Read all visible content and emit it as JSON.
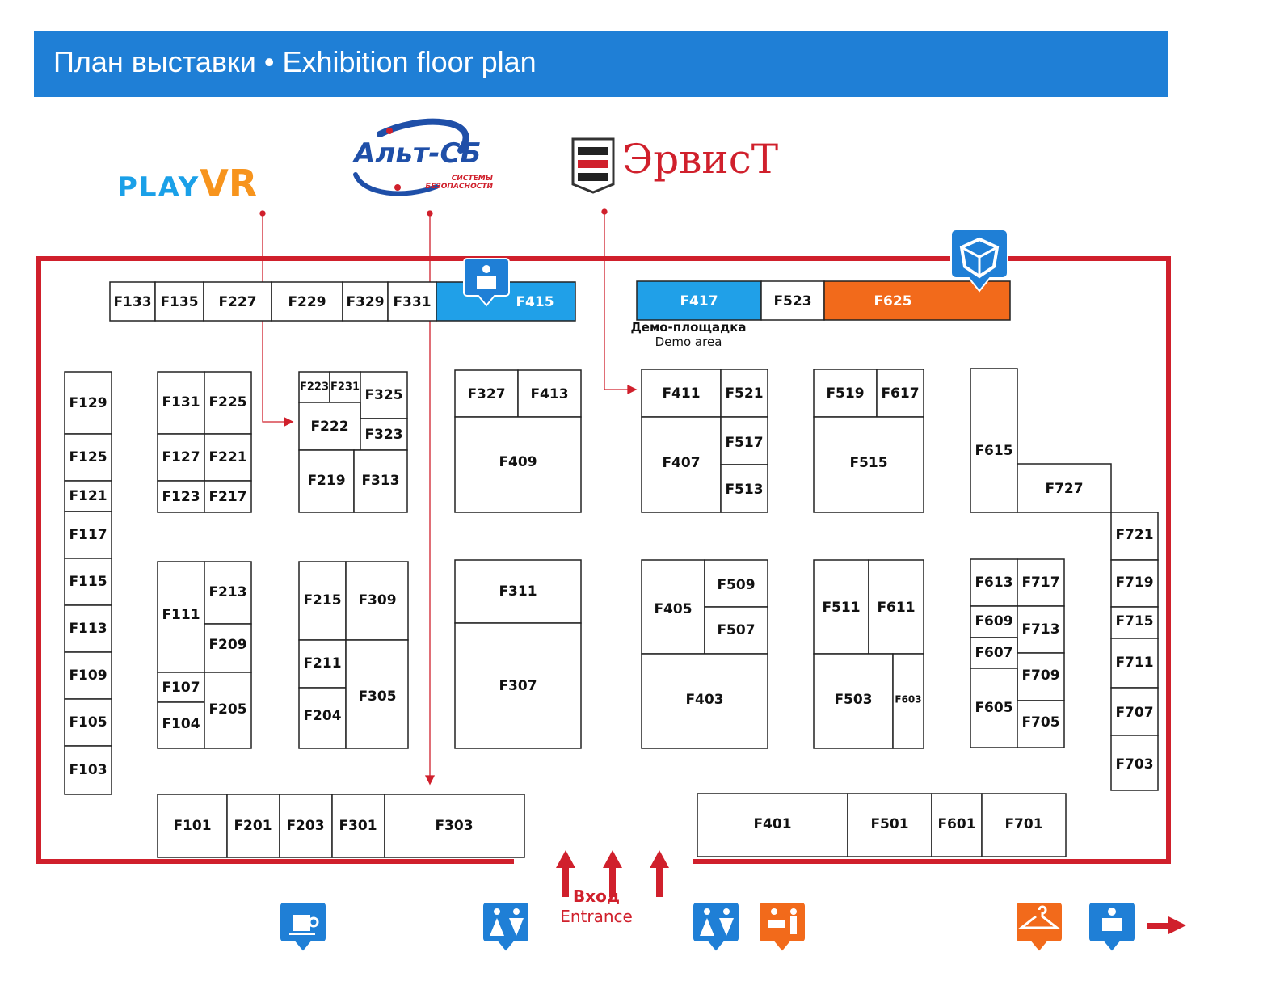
{
  "header": {
    "title": "План выставки • Exhibition floor plan"
  },
  "logos": {
    "playvr": {
      "play": "PLAY",
      "vr": "VR"
    },
    "altsb": {
      "name": "Альт-СБ",
      "subtitle_line1": "СИСТЕМЫ",
      "subtitle_line2": "БЕЗОПАСНОСТИ"
    },
    "ervist": {
      "name": "ЭрвисТ"
    }
  },
  "demo_area": {
    "label_ru": "Демо-площадка",
    "label_en": "Demo area"
  },
  "entrance": {
    "label_ru": "Вход",
    "label_en": "Entrance"
  },
  "colors": {
    "header": "#1f7fd6",
    "wall": "#d0202c",
    "booth_blue": "#20a0e8",
    "booth_orange": "#f26a1b",
    "icon_blue": "#1f7fd6",
    "icon_orange": "#f26a1b"
  },
  "booths": [
    "F133",
    "F135",
    "F227",
    "F229",
    "F329",
    "F331",
    "F415",
    "F417",
    "F523",
    "F625",
    "F129",
    "F125",
    "F121",
    "F117",
    "F115",
    "F113",
    "F109",
    "F105",
    "F103",
    "F131",
    "F225",
    "F127",
    "F221",
    "F123",
    "F217",
    "F223",
    "F231",
    "F325",
    "F222",
    "F323",
    "F219",
    "F313",
    "F327",
    "F413",
    "F409",
    "F411",
    "F521",
    "F407",
    "F517",
    "F513",
    "F519",
    "F617",
    "F515",
    "F615",
    "F727",
    "F721",
    "F719",
    "F715",
    "F711",
    "F707",
    "F703",
    "F111",
    "F213",
    "F209",
    "F107",
    "F104",
    "F205",
    "F215",
    "F309",
    "F211",
    "F204",
    "F305",
    "F311",
    "F307",
    "F405",
    "F509",
    "F507",
    "F403",
    "F511",
    "F611",
    "F503",
    "F603",
    "F613",
    "F717",
    "F609",
    "F713",
    "F607",
    "F709",
    "F605",
    "F705",
    "F101",
    "F201",
    "F203",
    "F301",
    "F303",
    "F401",
    "F501",
    "F601",
    "F701"
  ],
  "icons": [
    "speaker-podium-icon",
    "cube-logo-icon",
    "coffee-icon",
    "restroom-icon",
    "restroom-icon",
    "registration-icon",
    "cloakroom-icon",
    "speaker-podium-icon",
    "exit-arrow-icon"
  ]
}
